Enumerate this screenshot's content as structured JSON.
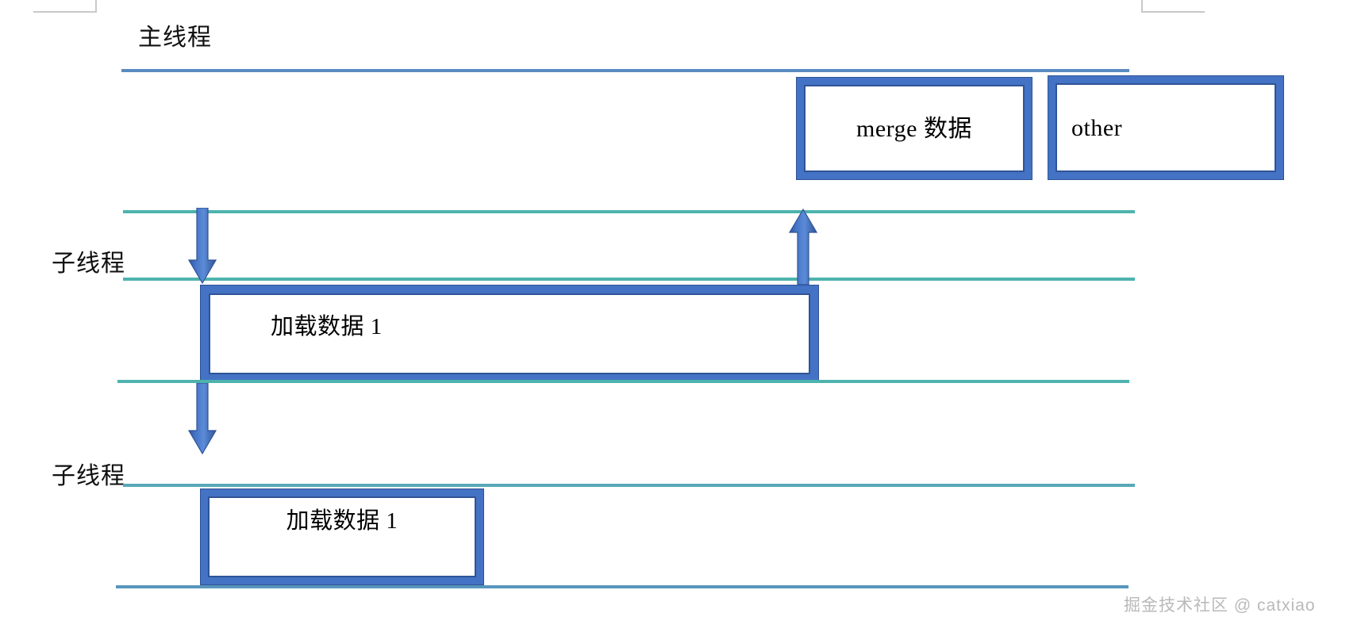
{
  "diagram": {
    "type": "thread-timeline-sequence",
    "title_label": "主线程",
    "threads": [
      {
        "id": "main",
        "label": "主线程"
      },
      {
        "id": "worker1",
        "label": "子线程"
      },
      {
        "id": "worker2",
        "label": "子线程"
      }
    ],
    "boxes": [
      {
        "id": "merge",
        "label": "merge 数据",
        "align": "center",
        "thread": "main"
      },
      {
        "id": "other",
        "label": "other",
        "align": "left",
        "thread": "main"
      },
      {
        "id": "load1",
        "label": "加载数据 1",
        "align": "left",
        "thread": "worker1"
      },
      {
        "id": "load2",
        "label": "加载数据 1",
        "align": "center",
        "thread": "worker2"
      }
    ],
    "arrows": [
      {
        "id": "spawn-1",
        "direction": "down",
        "from": "main",
        "to": "worker1"
      },
      {
        "id": "return-1",
        "direction": "up",
        "from": "worker1",
        "to": "main"
      },
      {
        "id": "spawn-2",
        "direction": "down",
        "from": "worker1",
        "to": "worker2"
      }
    ],
    "colors": {
      "accent_blue": "#4472c4",
      "accent_blue_dark": "#2f5496",
      "lifeline_main": "#5b8bc0",
      "lifeline_worker": "#4eb3ad",
      "lifeline_worker2": "#58a8b8",
      "text": "#000000",
      "watermark": "#b9b9b9"
    }
  },
  "watermark": {
    "text": "掘金技术社区 @ catxiao"
  }
}
